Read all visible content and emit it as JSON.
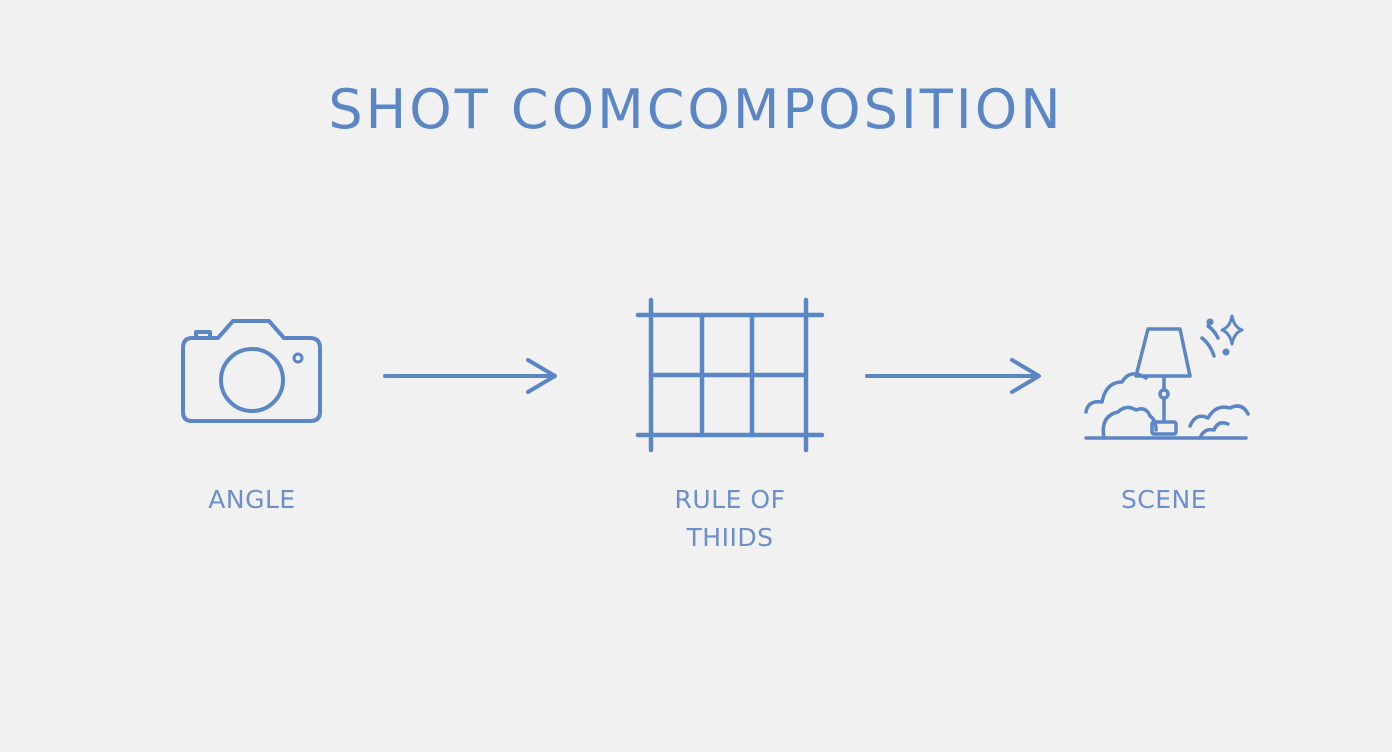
{
  "theme": {
    "accent_color": "#5b86c6",
    "label_color": "#6a8fcb",
    "background_color": "#f1f1f2"
  },
  "title": "SHOT COMCOMPOSITION",
  "steps": [
    {
      "icon": "camera-icon",
      "label_lines": [
        "ANGLE"
      ]
    },
    {
      "icon": "grid-icon",
      "label_lines": [
        "RULE OF",
        "THIIDS"
      ]
    },
    {
      "icon": "lamp-scene-icon",
      "label_lines": [
        "SCENE"
      ]
    }
  ],
  "connectors": [
    "arrow-right-icon",
    "arrow-right-icon"
  ]
}
